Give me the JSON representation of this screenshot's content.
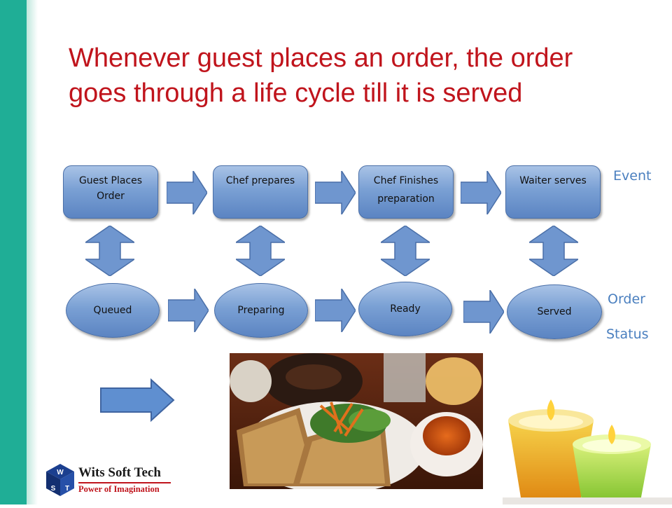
{
  "title": {
    "line1": "Whenever guest places an order, the order",
    "line2": "goes through a life cycle till it is served"
  },
  "diagram": {
    "events": [
      {
        "line1": "Guest Places",
        "line2": "Order"
      },
      {
        "line1": "Chef prepares",
        "line2": ""
      },
      {
        "line1": "Chef Finishes",
        "line2": "preparation"
      },
      {
        "line1": "Waiter serves",
        "line2": ""
      }
    ],
    "statuses": [
      "Queued",
      "Preparing",
      "Ready",
      "Served"
    ],
    "event_label": "Event",
    "status_label_line1": "Order",
    "status_label_line2": "Status"
  },
  "logo": {
    "letters": [
      "W",
      "S",
      "T"
    ],
    "name": "Wits Soft Tech",
    "tagline": "Power of Imagination"
  },
  "colors": {
    "accent_bar": "#1fae96",
    "title": "#c0141c",
    "shape_fill": "#7aa0d4",
    "label": "#4a7fbf"
  }
}
